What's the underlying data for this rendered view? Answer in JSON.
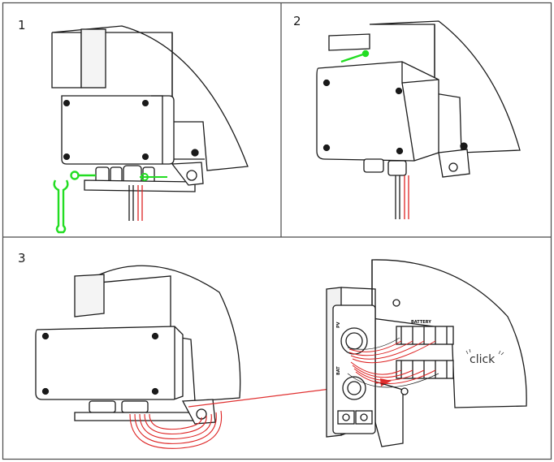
{
  "panels": [
    {
      "number": "1"
    },
    {
      "number": "2"
    },
    {
      "number": "3"
    }
  ],
  "connector_labels": {
    "battery": "BATTERY",
    "pv": "PV",
    "bat": "BAT"
  },
  "click_label": "click",
  "colors": {
    "frame": "#4a4a4a",
    "line": "#1a1a1a",
    "highlight_green": "#22dd22",
    "cable_red": "#dd2222",
    "arrow_red": "#e03030"
  },
  "icons": [
    "wrench-icon",
    "screw-icon",
    "cable-bundle",
    "connector-block"
  ]
}
